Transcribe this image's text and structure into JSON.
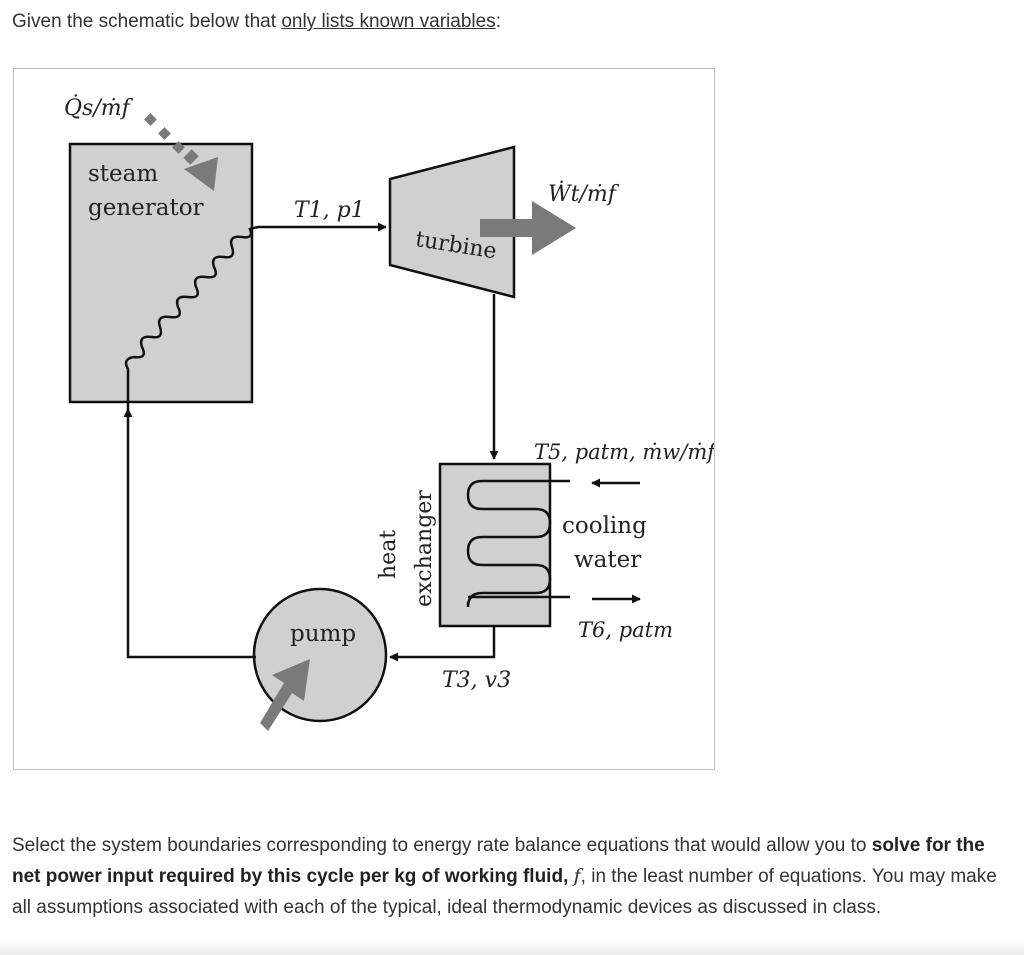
{
  "intro": {
    "before": "Given the schematic below that ",
    "underlined": "only lists known variables",
    "after": ":"
  },
  "diagram": {
    "heat_input_label": "Q̇s/ṁf",
    "steam_gen_line1": "steam",
    "steam_gen_line2": "generator",
    "state1_label": "T1, p1",
    "turbine_label": "turbine",
    "work_label": "Ẇt/ṁf",
    "cooling_in_label": "T5, patm, ṁw/ṁf",
    "cooling_line1": "cooling",
    "cooling_line2": "water",
    "cooling_out_label": "T6, patm",
    "hx_line1": "heat",
    "hx_line2": "exchanger",
    "state3_label": "T3, v3",
    "pump_label": "pump",
    "colors": {
      "component_fill": "#d0d0d0",
      "arrow_fill": "#7a7a7a",
      "line": "#111111"
    }
  },
  "question": {
    "part1": "Select the system boundaries corresponding to energy rate balance equations that would allow you to ",
    "bold": "solve for the net power input required by this cycle per kg of working fluid,",
    "symbol": "f",
    "part2": ", in the least number of equations. You may make all assumptions associated with each of the typical, ideal thermodynamic devices as discussed in class."
  }
}
